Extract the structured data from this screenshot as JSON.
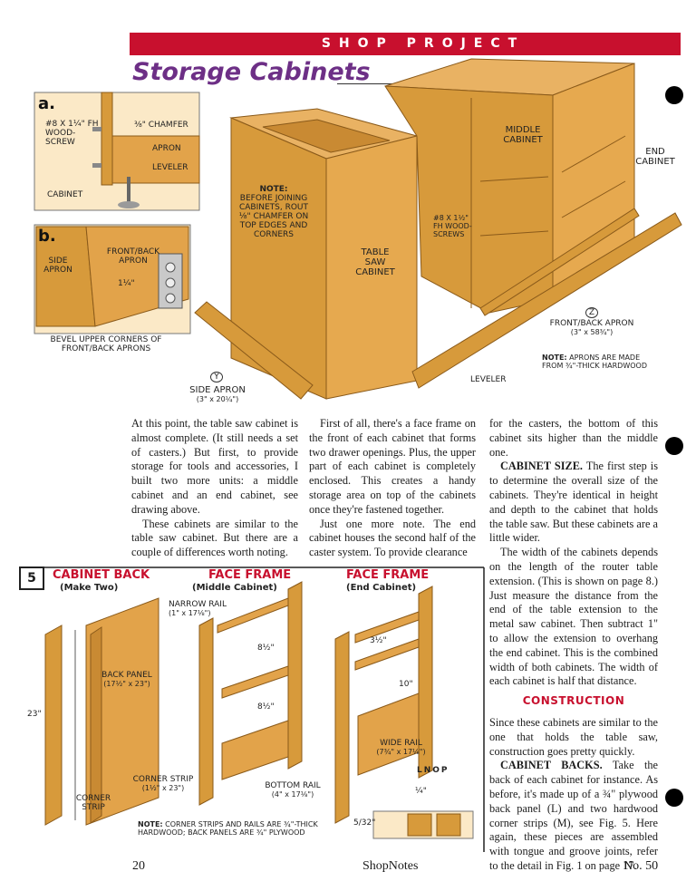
{
  "header": {
    "banner": "SHOP PROJECT",
    "title": "Storage Cabinets"
  },
  "detail_a": {
    "tag": "a.",
    "screw": "#8 x 1¼\" Fh Wood-screw",
    "chamfer": "⅜\" Chamfer",
    "apron": "Apron",
    "leveler": "Leveler",
    "cabinet": "Cabinet"
  },
  "detail_b": {
    "tag": "b.",
    "side_apron": "Side Apron",
    "front_back_apron": "Front/Back Apron",
    "dim": "1¼\"",
    "bevel_note": "Bevel upper corners of front/back aprons"
  },
  "main_figure": {
    "note_title": "NOTE:",
    "note_text": "Before joining cabinets, rout ⅛\" chamfer on top edges and corners",
    "table_saw_cabinet": "Table Saw Cabinet",
    "middle_cabinet": "Middle Cabinet",
    "end_cabinet": "End Cabinet",
    "screws": "#8 x 1½\" Fh Wood-screws",
    "z_marker": "Z",
    "front_back_apron": "Front/Back Apron",
    "front_back_dim": "(3\" x 58¾\")",
    "aprons_note_title": "NOTE:",
    "aprons_note_text": "Aprons are made from ¾\"-thick hardwood",
    "leveler": "Leveler",
    "y_marker": "Y",
    "side_apron": "Side Apron",
    "side_apron_dim": "(3\" x 20¼\")"
  },
  "body_text": {
    "col1": [
      "At this point, the table saw cabinet is almost complete. (It still needs a set of casters.) But first, to provide storage for tools and accessories, I built two more units: a middle cabinet and an end cabinet, see drawing above.",
      "These cabinets are similar to the table saw cabinet. But there are a couple of differences worth noting."
    ],
    "col2": [
      "First of all, there's a face frame on the front of each cabinet that forms two drawer openings. Plus, the upper part of each cabinet is completely enclosed. This creates a handy storage area on top of the cabinets once they're fastened together.",
      "Just one more note. The end cabinet houses the second half of the caster system. To provide clearance"
    ],
    "col3_top": [
      "for the casters, the bottom of this cabinet sits higher than the middle one.",
      "The first step is to determine the overall size of the cabinets. They're identical in height and depth to the cabinet that holds the table saw. But these cabinets are a little wider.",
      "The width of the cabinets depends on the length of the router table extension. (This is shown on page 8.) Just measure the distance from the end of the table extension to the metal saw cabinet. Then subtract 1\" to allow the extension to overhang the end cabinet. This is the combined width of both cabinets. The width of each cabinet is half that distance."
    ],
    "cabinet_size_lead": "CABINET SIZE.",
    "section_heading": "CONSTRUCTION",
    "col3_bottom": [
      "Since these cabinets are similar to the one that holds the table saw, construction goes pretty quickly.",
      "Take the back of each cabinet for instance. As before, it's made up of a ¾\" plywood back panel (L) and two hardwood corner strips (M), see Fig. 5. Here again, these pieces are assembled with tongue and groove joints, refer to the detail in Fig. 1 on page 17."
    ],
    "cabinet_backs_lead": "CABINET BACKS."
  },
  "figure5": {
    "number": "5",
    "back_title": "Cabinet Back",
    "back_sub": "(Make Two)",
    "ff_mid_title": "Face Frame",
    "ff_mid_sub": "(Middle Cabinet)",
    "ff_end_title": "Face Frame",
    "ff_end_sub": "(End Cabinet)",
    "narrow_rail": "Narrow Rail",
    "narrow_rail_dim": "(1\" x 17⅛\")",
    "back_panel": "Back Panel",
    "back_panel_dim": "(17½\" x 23\")",
    "height_dim": "23\"",
    "corner_strip": "Corner Strip",
    "corner_strip_dim": "(1½\" x 23\")",
    "corner_strip_left": "Corner Strip",
    "gap_top": "8½\"",
    "gap_bottom": "8½\"",
    "bottom_rail": "Bottom Rail",
    "bottom_rail_dim": "(4\" x 17⅛\")",
    "end_gap": "3½\"",
    "end_gap2": "10\"",
    "wide_rail": "Wide Rail",
    "wide_rail_dim": "(7¾\" x 17⅛\")",
    "tongue": "¼\"",
    "tongue2": "5/32\"",
    "parts_markers": "LNOP",
    "note_title": "NOTE:",
    "note_text": "Corner strips and rails are ¾\"-thick hardwood; back panels are ¾\" plywood"
  },
  "footer": {
    "page": "20",
    "publication": "ShopNotes",
    "issue": "No. 50"
  },
  "colors": {
    "banner": "#c8102e",
    "title": "#6d2f86",
    "wood": "#d79a3b",
    "wood_dark": "#b87423"
  }
}
